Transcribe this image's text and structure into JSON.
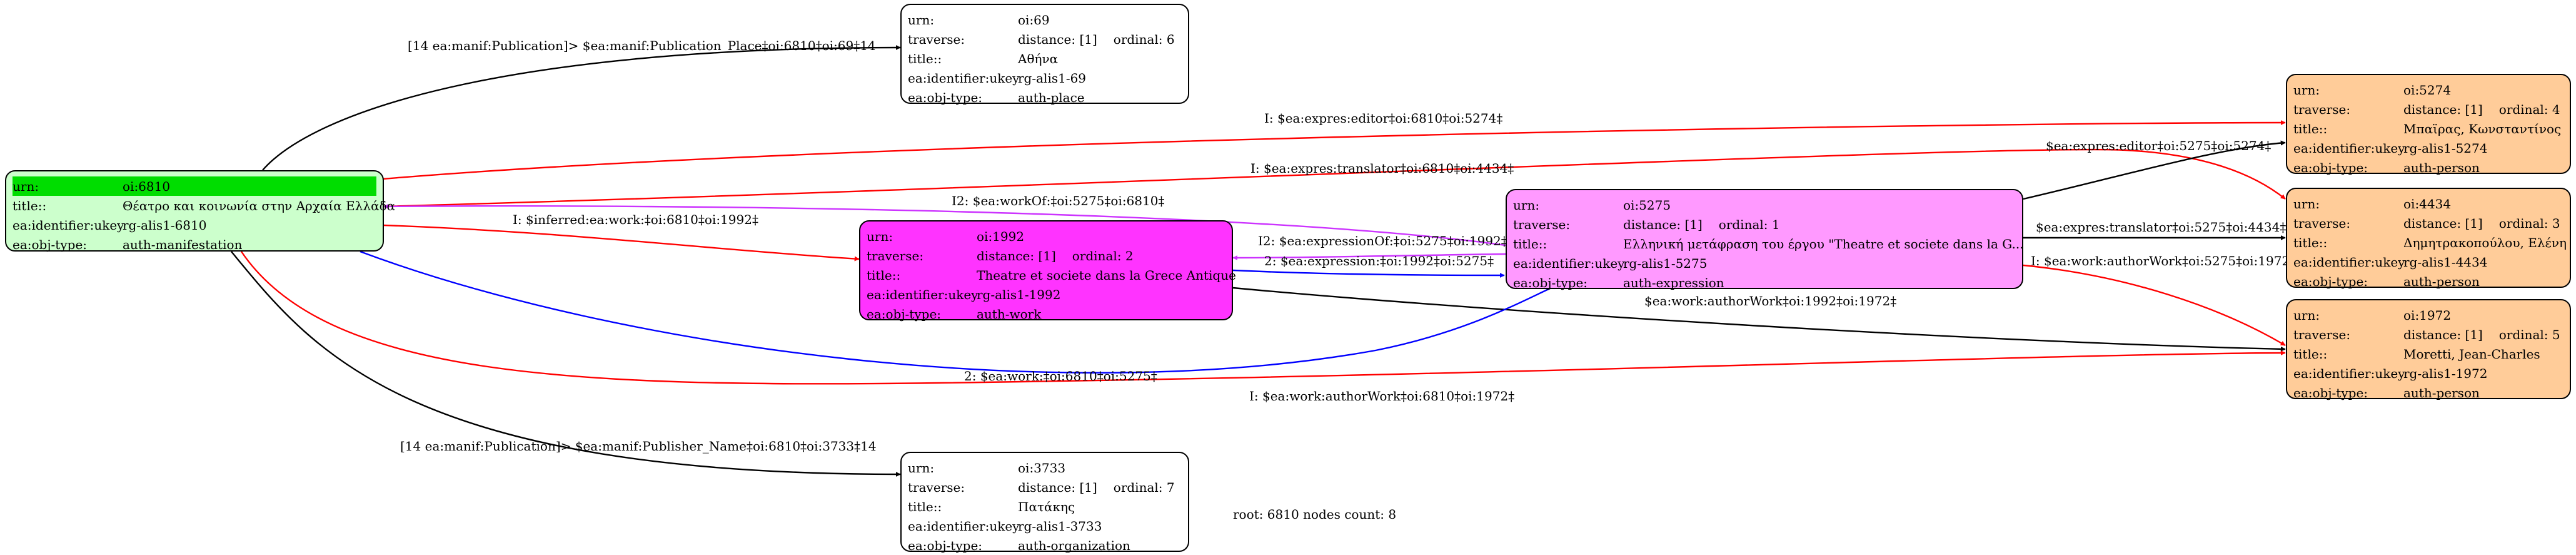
{
  "colors": {
    "manifestation": "#ccffcc",
    "work": "#ff33ff",
    "expression": "#ff99ff",
    "person": "#ffcc99",
    "plain": "#ffffff",
    "highlight": "#00dd00",
    "edge_red": "#ff0000",
    "edge_blue": "#0000ff",
    "edge_magenta": "#cc33ff",
    "edge_black": "#000000"
  },
  "nodes": {
    "n6810": {
      "urn_key": "urn:",
      "urn": "oi:6810",
      "title_key": "title::",
      "title": "Θέατρο και κοινωνία στην Αρχαία Ελλάδα",
      "ukey_key": "ea:identifier:ukey",
      "ukey": "rg-alis1-6810",
      "type_key": "ea:obj-type:",
      "type": "auth-manifestation"
    },
    "n69": {
      "urn_key": "urn:",
      "urn": "oi:69",
      "traverse_key": "traverse:",
      "distance": "distance: [1]",
      "ordinal": "ordinal: 6",
      "title_key": "title::",
      "title": "Αθήνα",
      "ukey_key": "ea:identifier:ukey",
      "ukey": "rg-alis1-69",
      "type_key": "ea:obj-type:",
      "type": "auth-place"
    },
    "n1992": {
      "urn_key": "urn:",
      "urn": "oi:1992",
      "traverse_key": "traverse:",
      "distance": "distance: [1]",
      "ordinal": "ordinal: 2",
      "title_key": "title::",
      "title": "Theatre et societe dans la Grece Antique",
      "ukey_key": "ea:identifier:ukey",
      "ukey": "rg-alis1-1992",
      "type_key": "ea:obj-type:",
      "type": "auth-work"
    },
    "n5275": {
      "urn_key": "urn:",
      "urn": "oi:5275",
      "traverse_key": "traverse:",
      "distance": "distance: [1]",
      "ordinal": "ordinal: 1",
      "title_key": "title::",
      "title": "Ελληνική μετάφραση του έργου \"Theatre et societe dans la G...",
      "ukey_key": "ea:identifier:ukey",
      "ukey": "rg-alis1-5275",
      "type_key": "ea:obj-type:",
      "type": "auth-expression"
    },
    "n3733": {
      "urn_key": "urn:",
      "urn": "oi:3733",
      "traverse_key": "traverse:",
      "distance": "distance: [1]",
      "ordinal": "ordinal: 7",
      "title_key": "title::",
      "title": "Πατάκης",
      "ukey_key": "ea:identifier:ukey",
      "ukey": "rg-alis1-3733",
      "type_key": "ea:obj-type:",
      "type": "auth-organization"
    },
    "n5274": {
      "urn_key": "urn:",
      "urn": "oi:5274",
      "traverse_key": "traverse:",
      "distance": "distance: [1]",
      "ordinal": "ordinal: 4",
      "title_key": "title::",
      "title": "Μπαϊρας, Κωνσταντίνος",
      "ukey_key": "ea:identifier:ukey",
      "ukey": "rg-alis1-5274",
      "type_key": "ea:obj-type:",
      "type": "auth-person"
    },
    "n4434": {
      "urn_key": "urn:",
      "urn": "oi:4434",
      "traverse_key": "traverse:",
      "distance": "distance: [1]",
      "ordinal": "ordinal: 3",
      "title_key": "title::",
      "title": "Δημητρακοπούλου, Ελένη",
      "ukey_key": "ea:identifier:ukey",
      "ukey": "rg-alis1-4434",
      "type_key": "ea:obj-type:",
      "type": "auth-person"
    },
    "n1972": {
      "urn_key": "urn:",
      "urn": "oi:1972",
      "traverse_key": "traverse:",
      "distance": "distance: [1]",
      "ordinal": "ordinal: 5",
      "title_key": "title::",
      "title": "Moretti, Jean-Charles",
      "ukey_key": "ea:identifier:ukey",
      "ukey": "rg-alis1-1972",
      "type_key": "ea:obj-type:",
      "type": "auth-person"
    }
  },
  "edges": {
    "e_pub_place": "[14 ea:manif:Publication]> $ea:manif:Publication_Place‡oi:6810‡oi:69‡14",
    "e_editor_6810": "I: $ea:expres:editor‡oi:6810‡oi:5274‡",
    "e_translator_6810": "I: $ea:expres:translator‡oi:6810‡oi:4434‡",
    "e_editor_5275": "$ea:expres:editor‡oi:5275‡oi:5274‡",
    "e_workof": "I2: $ea:workOf:‡oi:5275‡oi:6810‡",
    "e_inferred_work": "I: $inferred:ea:work:‡oi:6810‡oi:1992‡",
    "e_expressionof": "I2: $ea:expressionOf:‡oi:5275‡oi:1992‡",
    "e_expression": "2: $ea:expression:‡oi:1992‡oi:5275‡",
    "e_translator_5275": "$ea:expres:translator‡oi:5275‡oi:4434‡",
    "e_author_5275": "I: $ea:work:authorWork‡oi:5275‡oi:1972‡",
    "e_author_1992": "$ea:work:authorWork‡oi:1992‡oi:1972‡",
    "e_work_6810": "2: $ea:work:‡oi:6810‡oi:5275‡",
    "e_author_6810": "I: $ea:work:authorWork‡oi:6810‡oi:1972‡",
    "e_publisher": "[14 ea:manif:Publication]> $ea:manif:Publisher_Name‡oi:6810‡oi:3733‡14"
  },
  "footer": "root: 6810 nodes count: 8"
}
